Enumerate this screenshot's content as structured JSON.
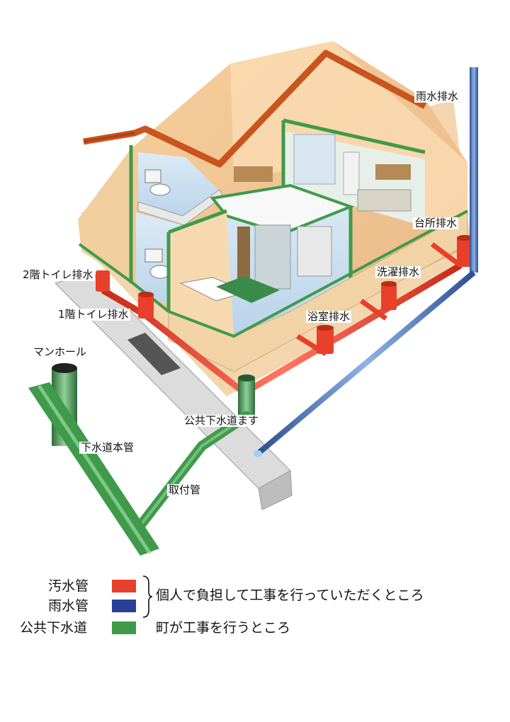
{
  "labels": {
    "rain_drain": "雨水排水",
    "kitchen_drain": "台所排水",
    "laundry_drain": "洗濯排水",
    "bath_drain": "浴室排水",
    "toilet_2f": "2階トイレ排水",
    "toilet_1f": "1階トイレ排水",
    "manhole": "マンホール",
    "public_basin": "公共下水道ます",
    "main_pipe": "下水道本管",
    "connection_pipe": "取付管"
  },
  "legend": {
    "sewage_pipe": "汚水管",
    "rain_pipe": "雨水管",
    "public_sewer": "公共下水道",
    "private_note": "個人で負担して工事を行っていただくところ",
    "town_note": "町が工事を行うところ"
  },
  "colors": {
    "sewage": "#e8402a",
    "rain": "#2a3f9a",
    "public": "#3f9a4a",
    "roof": "#c8541e"
  }
}
